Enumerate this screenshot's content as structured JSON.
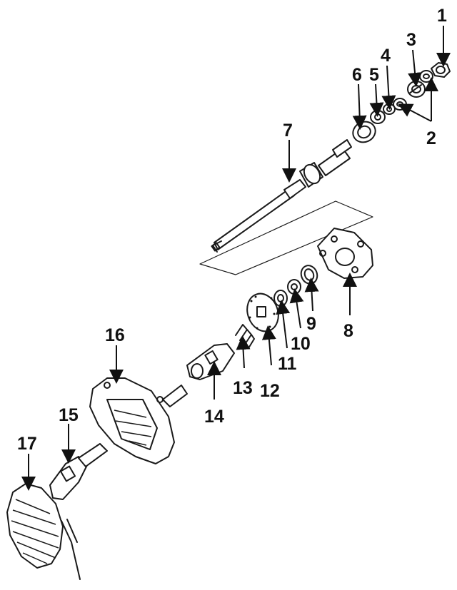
{
  "diagram": {
    "callouts": [
      {
        "id": "1",
        "label": "1"
      },
      {
        "id": "2",
        "label": "2"
      },
      {
        "id": "3",
        "label": "3"
      },
      {
        "id": "4",
        "label": "4"
      },
      {
        "id": "5",
        "label": "5"
      },
      {
        "id": "6",
        "label": "6"
      },
      {
        "id": "7",
        "label": "7"
      },
      {
        "id": "8",
        "label": "8"
      },
      {
        "id": "9",
        "label": "9"
      },
      {
        "id": "10",
        "label": "10"
      },
      {
        "id": "11",
        "label": "11"
      },
      {
        "id": "12",
        "label": "12"
      },
      {
        "id": "13",
        "label": "13"
      },
      {
        "id": "14",
        "label": "14"
      },
      {
        "id": "15",
        "label": "15"
      },
      {
        "id": "16",
        "label": "16"
      },
      {
        "id": "17",
        "label": "17"
      }
    ],
    "colors": {
      "ink": "#111111",
      "background": "#ffffff"
    }
  }
}
